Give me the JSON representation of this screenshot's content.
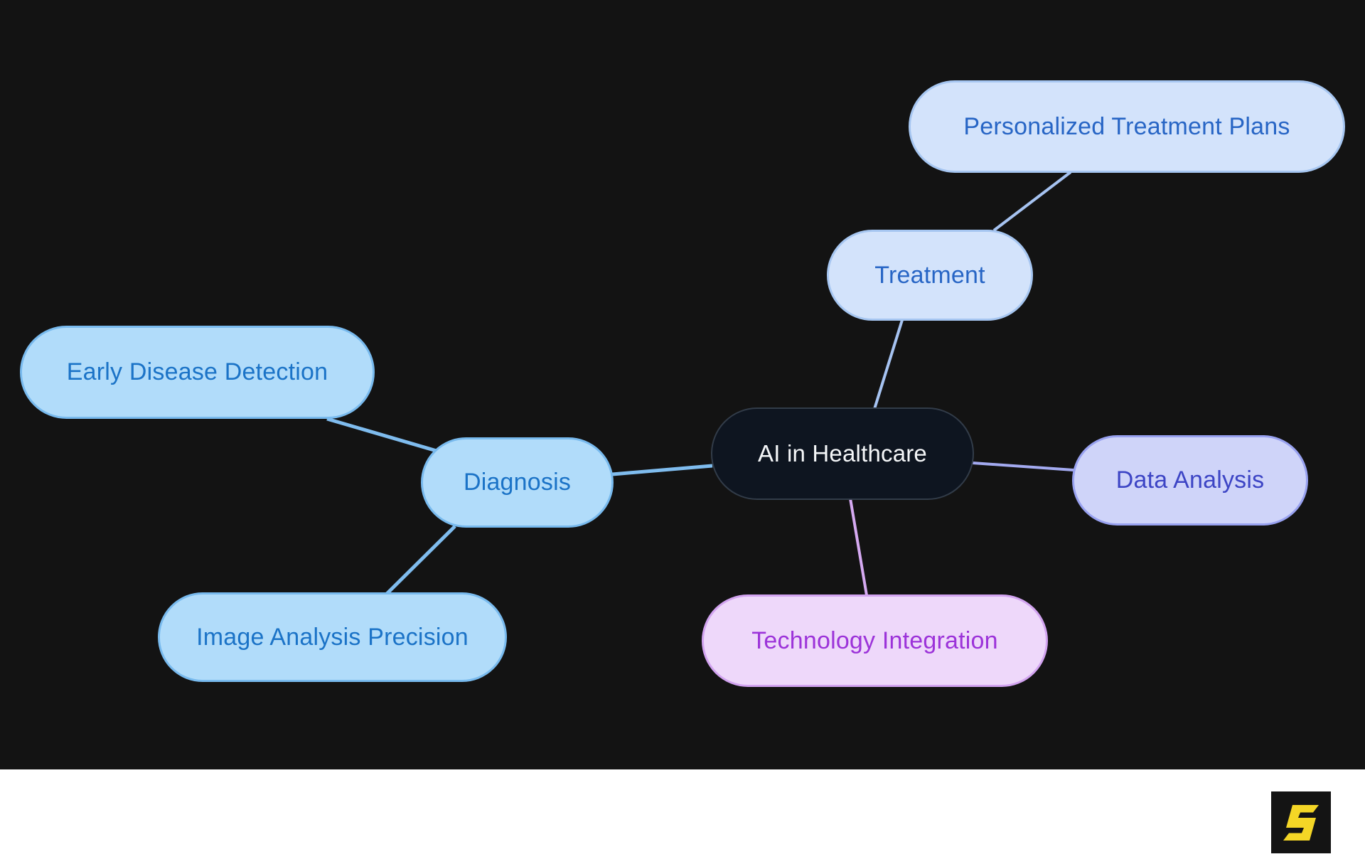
{
  "background": {
    "canvas": "#131313",
    "footer": "#ffffff"
  },
  "nodes": {
    "ai_in_healthcare": {
      "label": "AI in Healthcare",
      "fill": "#0e1520",
      "border": "#323c49",
      "text_color": "#f4f6f8"
    },
    "treatment": {
      "label": "Treatment",
      "fill": "#d3e3fb",
      "border": "#a6c6f1",
      "text_color": "#2765c5"
    },
    "personalized_treatment_plans": {
      "label": "Personalized Treatment Plans",
      "fill": "#d3e3fb",
      "border": "#a6c6f1",
      "text_color": "#2765c5"
    },
    "diagnosis": {
      "label": "Diagnosis",
      "fill": "#b1dcfa",
      "border": "#78baee",
      "text_color": "#1b73c7"
    },
    "early_disease_detection": {
      "label": "Early Disease Detection",
      "fill": "#b1dcfa",
      "border": "#78baee",
      "text_color": "#1b73c7"
    },
    "image_analysis_precision": {
      "label": "Image Analysis Precision",
      "fill": "#b1dcfa",
      "border": "#78baee",
      "text_color": "#1b73c7"
    },
    "data_analysis": {
      "label": "Data Analysis",
      "fill": "#cfd4f9",
      "border": "#98a1f0",
      "text_color": "#3d45c5"
    },
    "technology_integration": {
      "label": "Technology Integration",
      "fill": "#eed8fa",
      "border": "#d2a3f0",
      "text_color": "#9c33d9"
    }
  },
  "edge_colors": {
    "blue": "#a6c3f1",
    "sky": "#7fbcee",
    "periwinkle": "#a3aaf0",
    "purple": "#d5a9f1"
  },
  "logo": {
    "glyph": "S",
    "glyph_color": "#f4d626",
    "tile_color": "#141414"
  }
}
